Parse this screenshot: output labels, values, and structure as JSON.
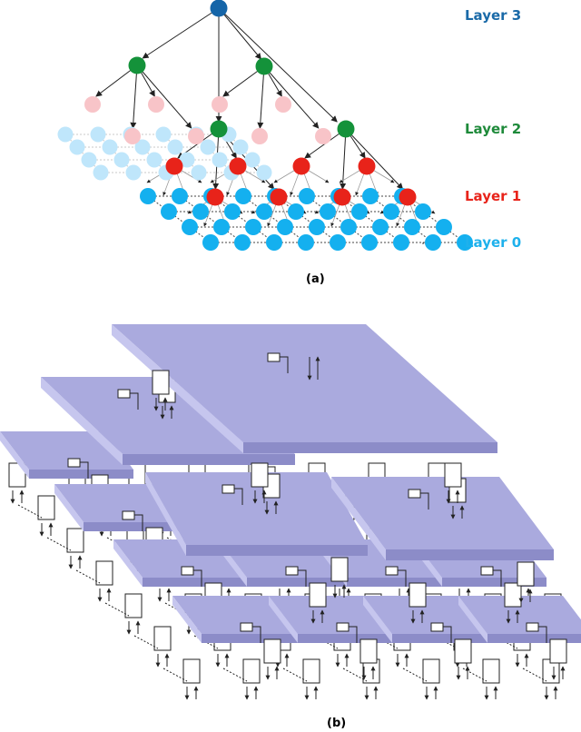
{
  "panel_a": {
    "caption": "(a)",
    "layers": [
      {
        "label": "Layer 3",
        "color": "#1a6aa8"
      },
      {
        "label": "Layer 2",
        "color": "#1e8a3a"
      },
      {
        "label": "Layer 1",
        "color": "#e8231a"
      },
      {
        "label": "Layer 0",
        "color": "#1eb1ec"
      }
    ],
    "node_colors": {
      "layer3": "#1565a8",
      "layer2": "#14923a",
      "layer1": "#e8231a",
      "layer1_faded": "#f8c4c8",
      "layer0": "#14b0ef",
      "layer0_faded": "#bfe6fb",
      "edge": "#222222"
    }
  },
  "panel_b": {
    "caption": "(b)",
    "plate_colors": {
      "top": "#aaaade",
      "front": "#8c8cc8",
      "side": "#c6c6ee"
    }
  }
}
